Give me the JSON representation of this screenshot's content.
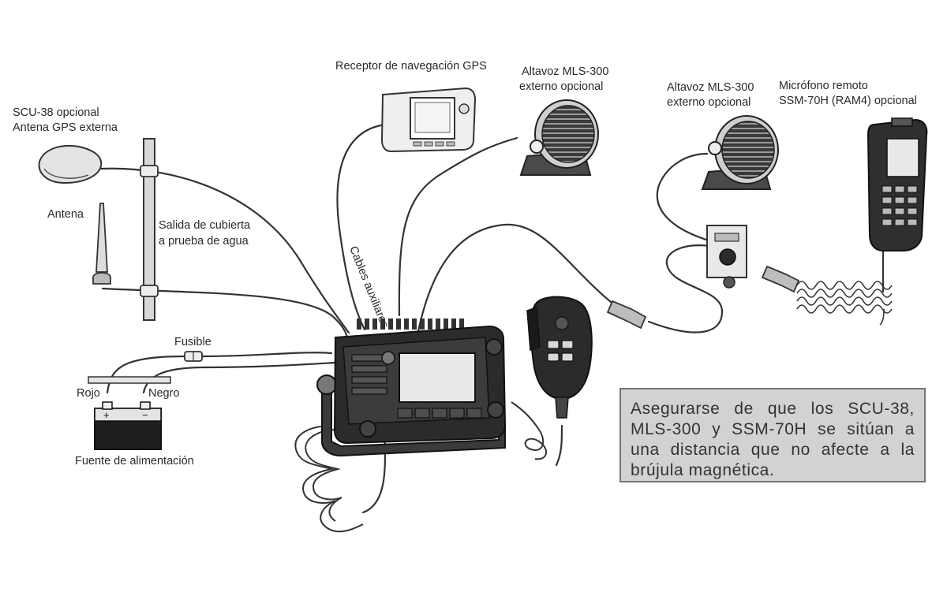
{
  "labels": {
    "gps_receiver": "Receptor de navegación GPS",
    "speaker1_line1": "Altavoz MLS-300",
    "speaker1_line2": "externo opcional",
    "speaker2_line1": "Altavoz MLS-300",
    "speaker2_line2": "externo opcional",
    "mic_line1": "Micrófono remoto",
    "mic_line2": "SSM-70H (RAM4) opcional",
    "scu_line1": "SCU-38 opcional",
    "scu_line2": "Antena GPS externa",
    "antenna": "Antena",
    "deck_line1": "Salida de cubierta",
    "deck_line2": "a prueba de agua",
    "aux_cables": "Cables auxiliares",
    "fuse": "Fusible",
    "red": "Rojo",
    "black": "Negro",
    "battery_plus": "+",
    "battery_minus": "−",
    "power_source": "Fuente de alimentación"
  },
  "note": "Asegurarse de que los SCU-38, MLS-300 y SSM-70H se sitúan a una distancia que no afecte a la brújula magnética.",
  "colors": {
    "line": "#333333",
    "note_background": "#d2d2d2",
    "note_border": "#777777",
    "device_dark": "#2b2b2b"
  }
}
